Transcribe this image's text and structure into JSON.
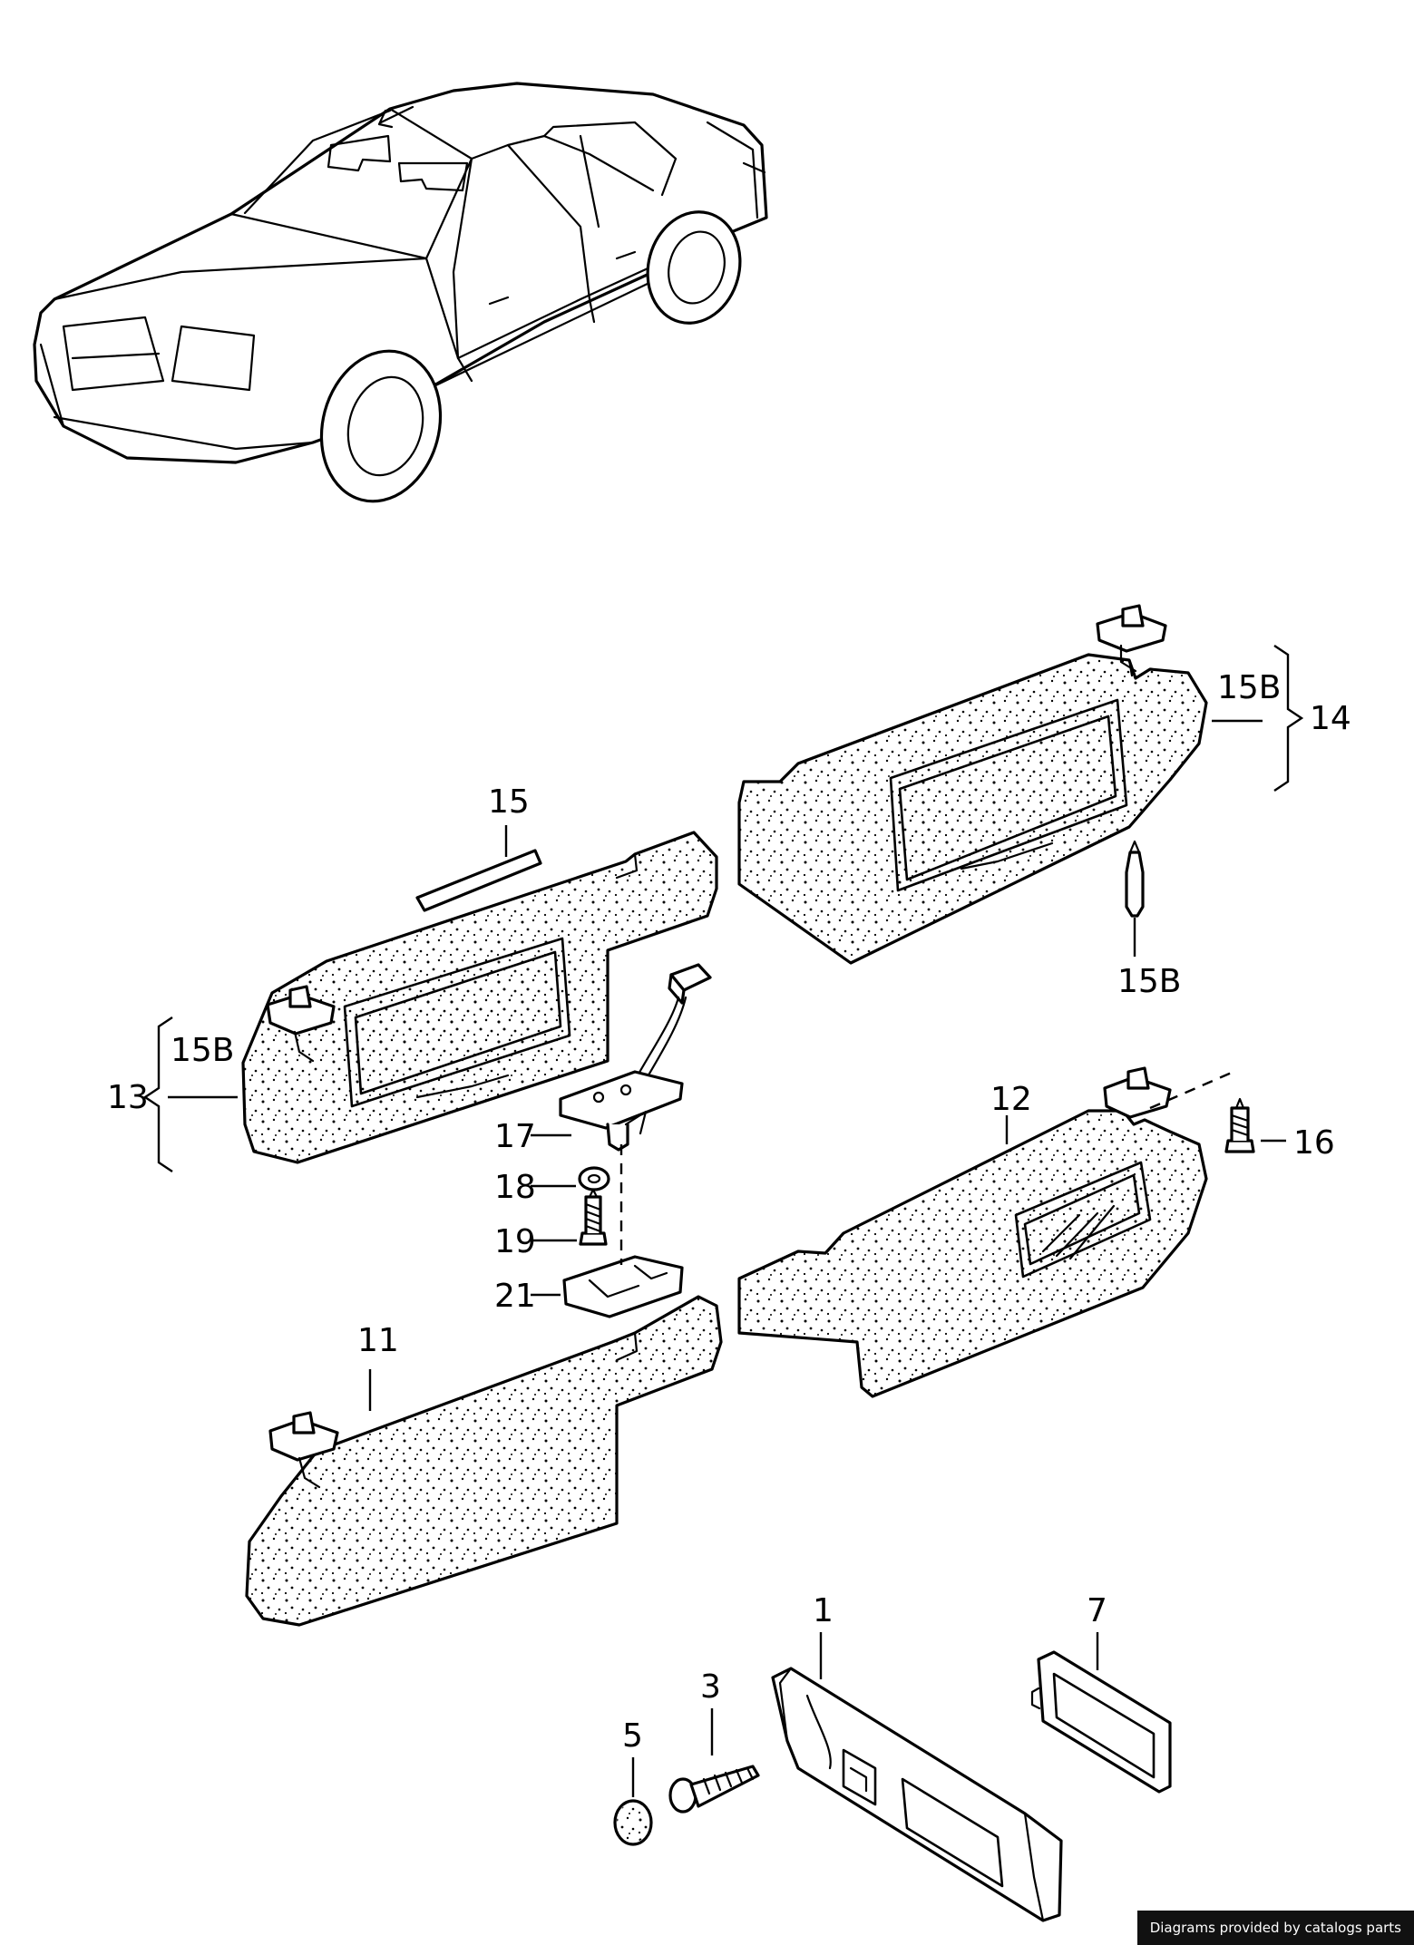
{
  "callouts": {
    "c1": "1",
    "c3": "3",
    "c5": "5",
    "c7": "7",
    "c11": "11",
    "c12": "12",
    "c13": "13",
    "c14": "14",
    "c15": "15",
    "c15b_left": "15B",
    "c15b_right": "15B",
    "c15b_bulb": "15B",
    "c16": "16",
    "c17": "17",
    "c18": "18",
    "c19": "19",
    "c21": "21"
  },
  "footer": {
    "text": "Diagrams provided by catalogs parts"
  }
}
